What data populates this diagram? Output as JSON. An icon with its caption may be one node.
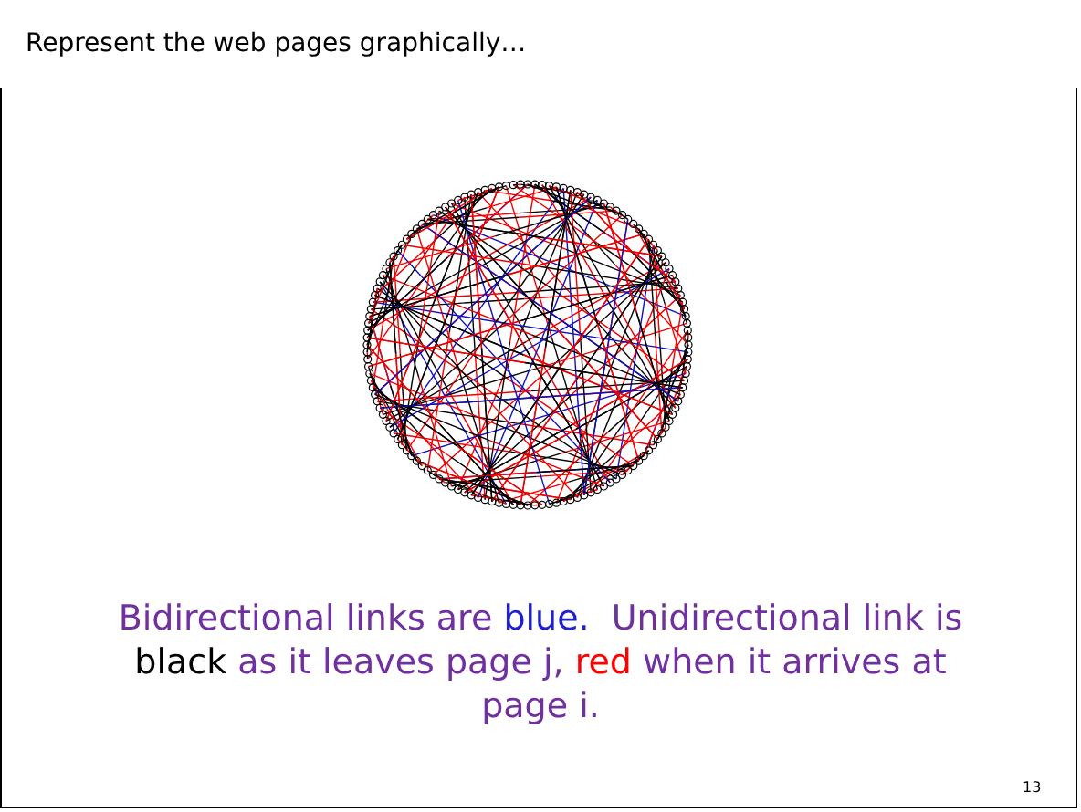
{
  "diagram": {
    "title": "Represent the web pages graphically…",
    "caption": "Bidirectional links are blue.  Unidirectional link is black as it leaves page j, red when it arrives at page i.",
    "labels": [
      "13"
    ]
  }
}
